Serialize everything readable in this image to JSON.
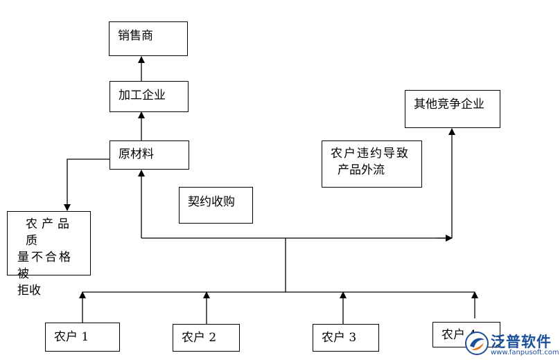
{
  "nodes": {
    "seller": "销售商",
    "processor": "加工企业",
    "raw_material": "原材料",
    "rejected": [
      "农产品质",
      "量不合格被",
      "拒收"
    ],
    "contract": "契约收购",
    "violation": [
      "农户违约导致",
      "产品外流"
    ],
    "competitor": "其他竞争企业",
    "farmer1": "农户 1",
    "farmer2": "农户 2",
    "farmer3": "农户 3",
    "farmer4": "农户 4"
  },
  "logo": {
    "name": "泛普软件",
    "url": "www.fanpusoft.com",
    "color": "#1a4f9a"
  }
}
